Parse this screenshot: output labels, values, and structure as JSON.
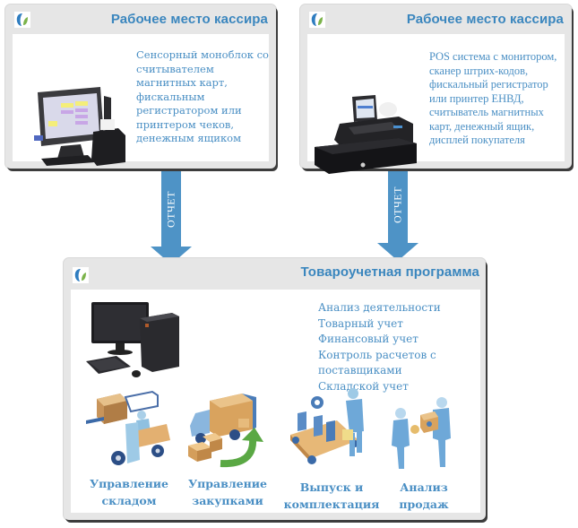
{
  "top_left_panel": {
    "title": "Рабочее место кассира",
    "logo_icon": "company-logo-icon",
    "device_icon": "touchscreen-pos-monoblock-icon",
    "description_lines": [
      "Сенсорный моноблок со",
      "считывателем",
      "магнитных карт,",
      "фискальным",
      "регистратором или",
      "принтером чеков,",
      "денежным ящиком"
    ]
  },
  "top_right_panel": {
    "title": "Рабочее место кассира",
    "logo_icon": "company-logo-icon",
    "device_icon": "pos-terminal-cash-drawer-icon",
    "description_lines": [
      "POS система с монитором,",
      "сканер штрих-кодов,",
      "фискальный регистратор",
      "или принтер ЕНВД,",
      "считыватель магнитных",
      "карт, денежный ящик,",
      "дисплей покупателя"
    ]
  },
  "arrows": [
    {
      "label": "ОТЧЕТ",
      "icon": "arrow-down-icon"
    },
    {
      "label": "ОТЧЕТ",
      "icon": "arrow-down-icon"
    }
  ],
  "bottom_panel": {
    "title": "Товароучетная программа",
    "logo_icon": "company-logo-icon",
    "device_icon": "desktop-computer-icon",
    "features": [
      "Анализ деятельности",
      "Товарный учет",
      "Финансовый учет",
      "Контроль расчетов с",
      "поставщиками",
      "Складской учет"
    ],
    "modules": [
      {
        "icon": "forklift-warehouse-icon",
        "label_lines": [
          "Управление",
          "складом"
        ]
      },
      {
        "icon": "delivery-truck-icon",
        "label_lines": [
          "Управление",
          "закупками"
        ]
      },
      {
        "icon": "conveyor-assembly-icon",
        "label_lines": [
          "Выпуск и",
          "комплектация"
        ]
      },
      {
        "icon": "sales-people-icon",
        "label_lines": [
          "Анализ",
          "продаж"
        ]
      }
    ]
  },
  "colors": {
    "accent_blue": "#3a86be",
    "text_blue": "#4a8fc4",
    "arrow_blue": "#4e93c6",
    "panel_gray": "#e6e6e6",
    "logo_blue": "#2f7dc0",
    "logo_green": "#7bb34a"
  }
}
